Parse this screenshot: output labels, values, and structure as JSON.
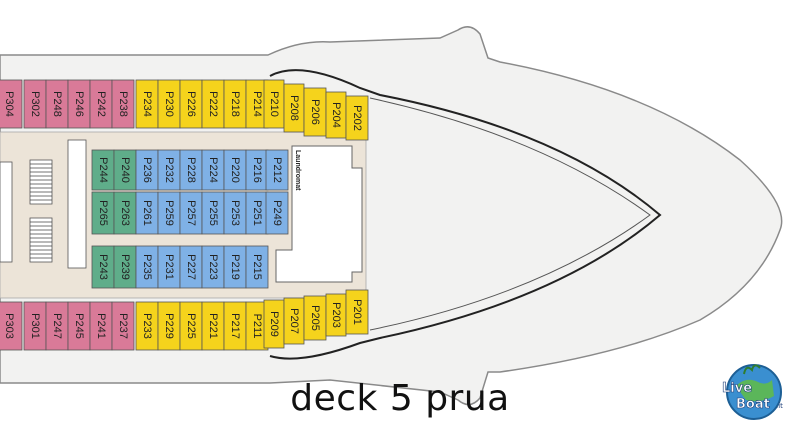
{
  "caption": "deck 5 prua",
  "laundromat_label": "Laundromat",
  "logo": {
    "text_line1": "Live",
    "text_line2": "Boat",
    "suffix": ".it"
  },
  "colors": {
    "hull": "#f2f2f1",
    "hull_stroke": "#8a8a8a",
    "interior": "#ece4d8",
    "inside_cabin": "#7fb1e6",
    "interior_green": "#5fad8a",
    "balcony_yellow": "#f5d31c",
    "suite_pink": "#d97a98"
  },
  "cabins": {
    "top_row": [
      {
        "label": "P304",
        "type": "pink"
      },
      {
        "label": "P302",
        "type": "pink"
      },
      {
        "label": "P248",
        "type": "pink"
      },
      {
        "label": "P246",
        "type": "pink"
      },
      {
        "label": "P242",
        "type": "pink"
      },
      {
        "label": "P238",
        "type": "pink"
      },
      {
        "label": "P234",
        "type": "yellow"
      },
      {
        "label": "P230",
        "type": "yellow"
      },
      {
        "label": "P226",
        "type": "yellow"
      },
      {
        "label": "P222",
        "type": "yellow"
      },
      {
        "label": "P218",
        "type": "yellow"
      },
      {
        "label": "P214",
        "type": "yellow"
      },
      {
        "label": "P210",
        "type": "yellow"
      },
      {
        "label": "P208",
        "type": "yellow"
      },
      {
        "label": "P206",
        "type": "yellow"
      },
      {
        "label": "P204",
        "type": "yellow"
      },
      {
        "label": "P202",
        "type": "yellow"
      }
    ],
    "bottom_row": [
      {
        "label": "P303",
        "type": "pink"
      },
      {
        "label": "P301",
        "type": "pink"
      },
      {
        "label": "P247",
        "type": "pink"
      },
      {
        "label": "P245",
        "type": "pink"
      },
      {
        "label": "P241",
        "type": "pink"
      },
      {
        "label": "P237",
        "type": "pink"
      },
      {
        "label": "P233",
        "type": "yellow"
      },
      {
        "label": "P229",
        "type": "yellow"
      },
      {
        "label": "P225",
        "type": "yellow"
      },
      {
        "label": "P221",
        "type": "yellow"
      },
      {
        "label": "P217",
        "type": "yellow"
      },
      {
        "label": "P211",
        "type": "yellow"
      },
      {
        "label": "P209",
        "type": "yellow"
      },
      {
        "label": "P207",
        "type": "yellow"
      },
      {
        "label": "P205",
        "type": "yellow"
      },
      {
        "label": "P203",
        "type": "yellow"
      },
      {
        "label": "P201",
        "type": "yellow"
      }
    ],
    "inner_top": [
      {
        "label": "P244",
        "type": "green"
      },
      {
        "label": "P240",
        "type": "green"
      },
      {
        "label": "P236",
        "type": "blue"
      },
      {
        "label": "P232",
        "type": "blue"
      },
      {
        "label": "P228",
        "type": "blue"
      },
      {
        "label": "P224",
        "type": "blue"
      },
      {
        "label": "P220",
        "type": "blue"
      },
      {
        "label": "P216",
        "type": "blue"
      },
      {
        "label": "P212",
        "type": "blue"
      }
    ],
    "inner_middle": [
      {
        "label": "P265",
        "type": "green"
      },
      {
        "label": "P263",
        "type": "green"
      },
      {
        "label": "P261",
        "type": "blue"
      },
      {
        "label": "P259",
        "type": "blue"
      },
      {
        "label": "P257",
        "type": "blue"
      },
      {
        "label": "P255",
        "type": "blue"
      },
      {
        "label": "P253",
        "type": "blue"
      },
      {
        "label": "P251",
        "type": "blue"
      },
      {
        "label": "P249",
        "type": "blue"
      }
    ],
    "inner_bottom": [
      {
        "label": "P243",
        "type": "green"
      },
      {
        "label": "P239",
        "type": "green"
      },
      {
        "label": "P235",
        "type": "blue"
      },
      {
        "label": "P231",
        "type": "blue"
      },
      {
        "label": "P227",
        "type": "blue"
      },
      {
        "label": "P223",
        "type": "blue"
      },
      {
        "label": "P219",
        "type": "blue"
      },
      {
        "label": "P215",
        "type": "blue"
      }
    ]
  }
}
